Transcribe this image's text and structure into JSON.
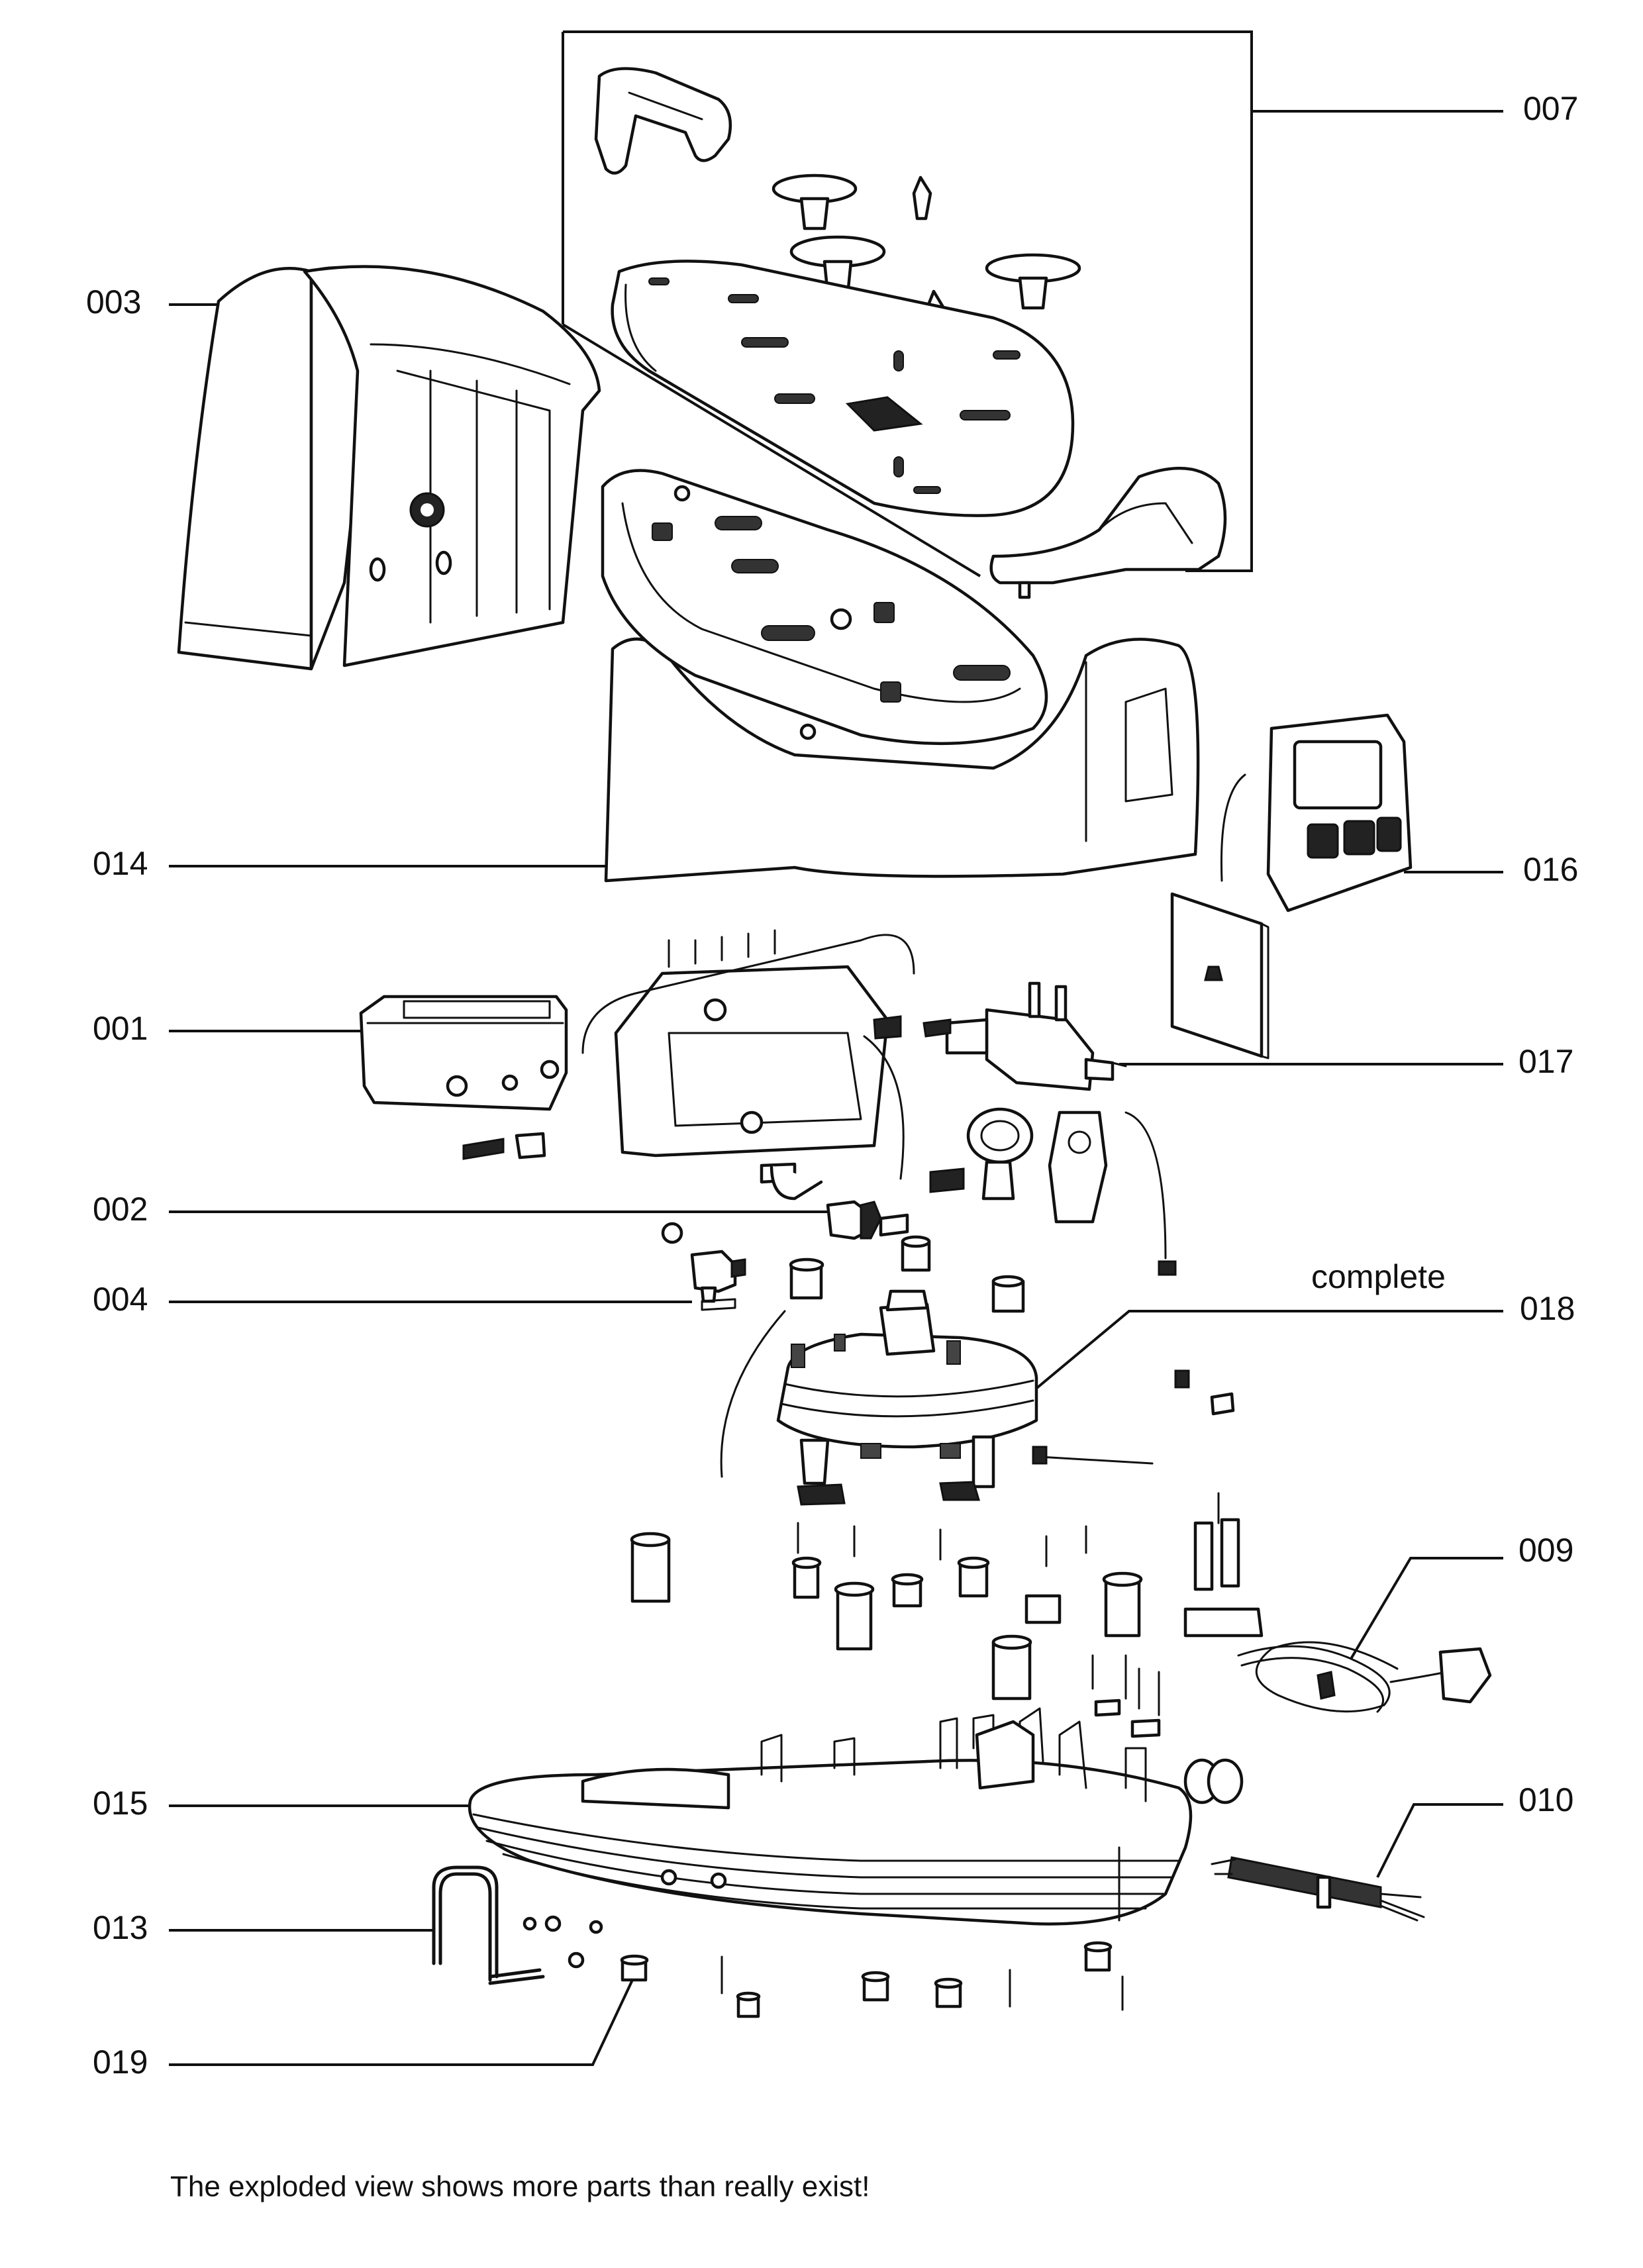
{
  "diagram": {
    "labels": {
      "p007": "007",
      "p003": "003",
      "p014": "014",
      "p016": "016",
      "p001": "001",
      "p017": "017",
      "p002": "002",
      "p004": "004",
      "p018": "018",
      "p018_note": "complete",
      "p009": "009",
      "p015": "015",
      "p010": "010",
      "p013": "013",
      "p019": "019"
    },
    "footnote": "The exploded view shows more parts than really exist!"
  }
}
